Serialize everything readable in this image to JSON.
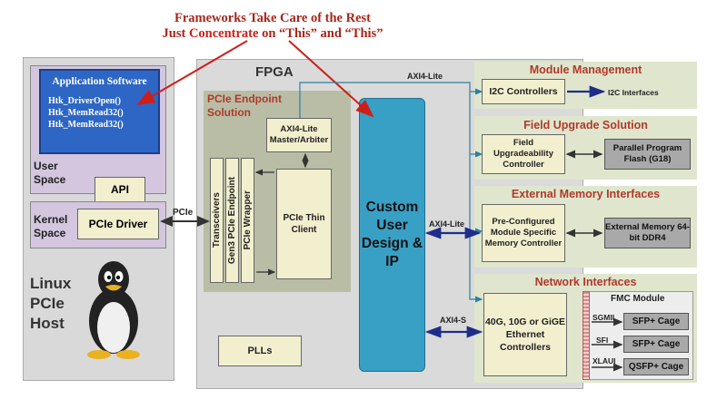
{
  "headline": {
    "line1": "Frameworks Take Care of the Rest",
    "line2_prefix": "Just ",
    "line2_emph": "Concentrate",
    "line2_suffix": " on “This” and “This”"
  },
  "host": {
    "label": "Linux PCIe Host",
    "user_space": {
      "label": "User Space",
      "app": {
        "title": "Application Software",
        "functions": [
          "Htk_DriverOpen()",
          "Htk_MemRead32()",
          "Htk_MemRead32()"
        ]
      },
      "api_label": "API"
    },
    "kernel_space": {
      "label": "Kernel Space",
      "driver_label": "PCIe Driver"
    }
  },
  "pcie_link_label": "PCIe",
  "fpga": {
    "label": "FPGA",
    "pcie_endpoint": {
      "title": "PCIe Endpoint Solution",
      "arbiter": "AXI4-Lite Master/Arbiter",
      "transceivers": "Transceivers",
      "gen3_endpoint": "Gen3 PCIe Endpoint",
      "wrapper": "PCIe Wrapper",
      "thin_client": "PCIe Thin Client"
    },
    "custom": "Custom User Design & IP",
    "plls": "PLLs",
    "axi_top": "AXI4-Lite",
    "axi_mid": "AXI4-Lite",
    "axi_s": "AXI4-S"
  },
  "module_management": {
    "title": "Module Management",
    "i2c_controllers": "I2C Controllers",
    "i2c_interfaces": "I2C Interfaces"
  },
  "field_upgrade": {
    "title": "Field Upgrade Solution",
    "controller": "Field Upgradeability Controller",
    "flash": "Parallel Program Flash (G18)"
  },
  "external_memory": {
    "title": "External Memory Interfaces",
    "controller": "Pre-Configured Module Specific Memory Controller",
    "memory": "External Memory 64-bit DDR4"
  },
  "network": {
    "title": "Network Interfaces",
    "ethernet": "40G, 10G or GiGE Ethernet Controllers",
    "fmc_title": "FMC Module",
    "links": [
      {
        "signal": "SGMII",
        "cage": "SFP+ Cage"
      },
      {
        "signal": "SFI",
        "cage": "SFP+ Cage"
      },
      {
        "signal": "XLAUI",
        "cage": "QSFP+ Cage"
      }
    ]
  },
  "colors": {
    "headline": "#a8261b",
    "panel_title": "#b0392b",
    "app_blue": "#2d66c4",
    "user_space_purple": "#d3c6de",
    "host_gray": "#d9d9d9",
    "fpga_gray": "#dadada",
    "green_panel": "#dfe6cd",
    "custom_blue": "#39a0c5",
    "arrow_navy": "#1f2d8a"
  }
}
